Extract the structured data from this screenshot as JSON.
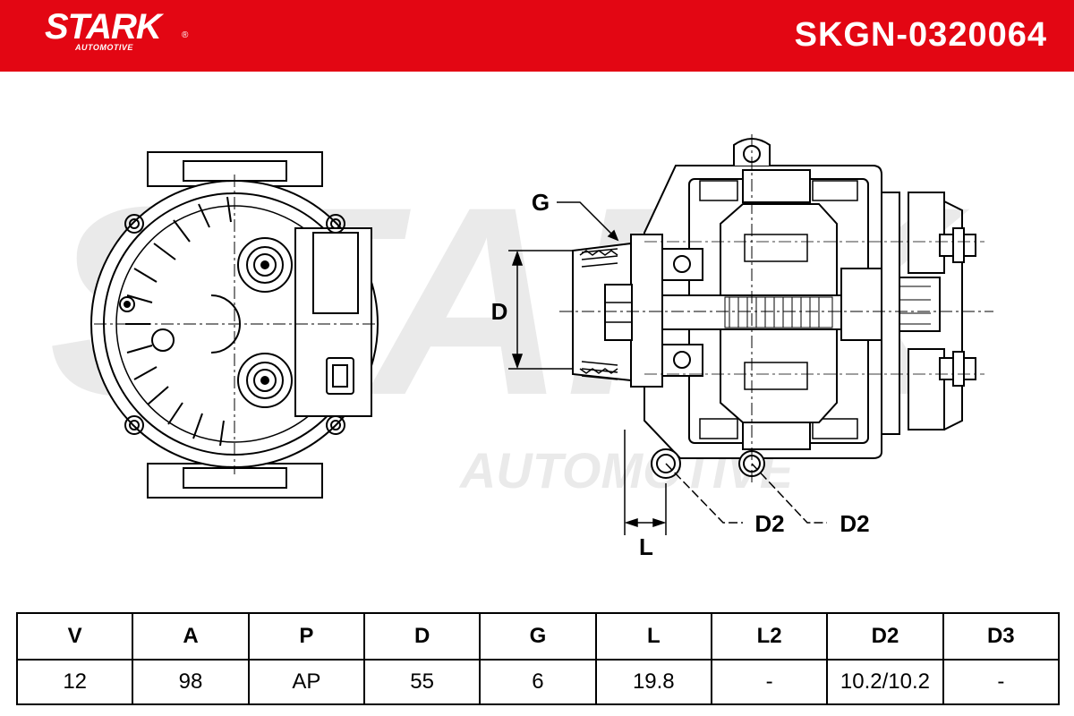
{
  "header": {
    "brand": "STARK",
    "brand_sub": "AUTOMOTIVE",
    "registered_mark": "®",
    "part_number": "SKGN-0320064",
    "color": "#e30613"
  },
  "watermark": {
    "text": "STARK",
    "sub": "AUTOMOTIVE"
  },
  "drawing_labels": {
    "g": "G",
    "d": "D",
    "l": "L",
    "d2_left": "D2",
    "d2_right": "D2"
  },
  "specs": {
    "headers": [
      "V",
      "A",
      "P",
      "D",
      "G",
      "L",
      "L2",
      "D2",
      "D3"
    ],
    "values": [
      "12",
      "98",
      "AP",
      "55",
      "6",
      "19.8",
      "-",
      "10.2/10.2",
      "-"
    ]
  }
}
